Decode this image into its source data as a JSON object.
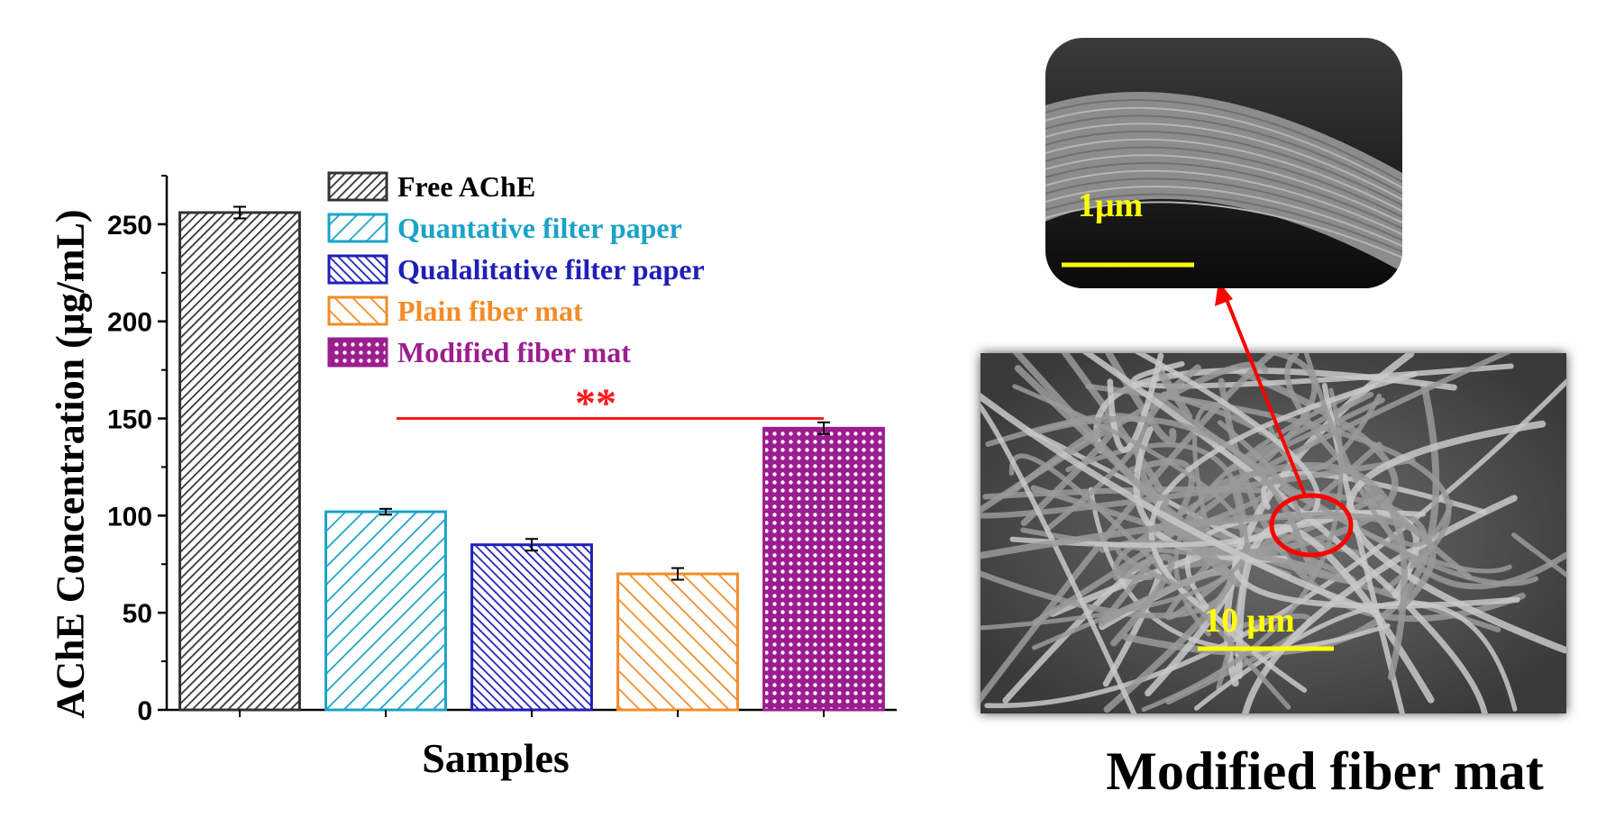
{
  "chart_data": {
    "type": "bar",
    "categories": [
      "Free AChE",
      "Quantative filter paper",
      "Qualalitative filter paper",
      "Plain fiber mat",
      "Modified fiber mat"
    ],
    "values": [
      256,
      102,
      85,
      70,
      145
    ],
    "errors": [
      3,
      1.5,
      3,
      3,
      3
    ],
    "ylabel": "AChE Concentration (μg/mL)",
    "xlabel": "Samples",
    "ylim": [
      0,
      275
    ],
    "yticks": [
      0,
      50,
      100,
      150,
      200,
      250
    ],
    "legend": {
      "placement": "top-right",
      "entries": [
        {
          "label": "Free AChE",
          "color": "#333333",
          "text_color": "#000000",
          "pattern": "dense-diagonal"
        },
        {
          "label": "Quantative filter paper",
          "color": "#1aa3c8",
          "text_color": "#1aa3c8",
          "pattern": "diagonal"
        },
        {
          "label": "Qualalitative filter paper",
          "color": "#1f1fb8",
          "text_color": "#1f1fb8",
          "pattern": "dense-diagonal-reverse"
        },
        {
          "label": "Plain fiber mat",
          "color": "#f28c28",
          "text_color": "#f28c28",
          "pattern": "diagonal-reverse"
        },
        {
          "label": "Modified fiber mat",
          "color": "#9b1e8f",
          "text_color": "#9b1e8f",
          "pattern": "crosshatch"
        }
      ]
    },
    "annotation": {
      "text": "**",
      "from_category": "Quantative filter paper",
      "to_category": "Modified fiber mat",
      "y": 150,
      "color": "#ff1a1a"
    }
  },
  "sem_panel": {
    "caption": "Modified fiber mat",
    "inset_scale_label": "1μm",
    "main_scale_label": "10 μm",
    "scale_bar_color": "#ffff00",
    "marker_color": "#ff0000"
  }
}
